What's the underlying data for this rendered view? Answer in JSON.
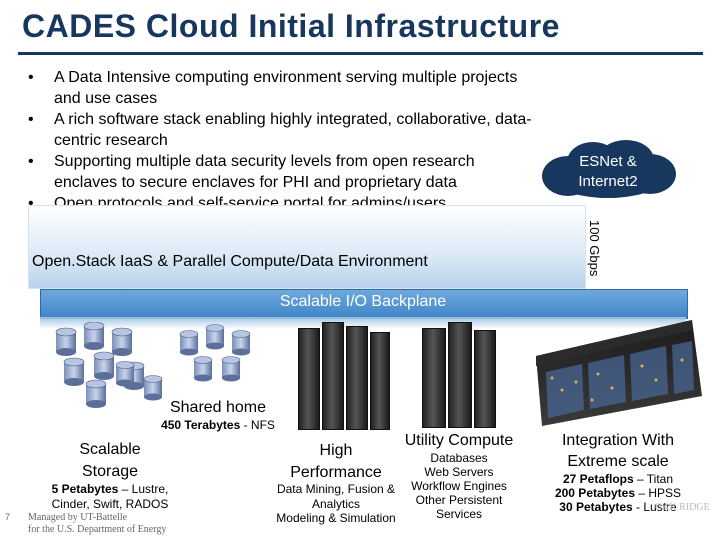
{
  "title": "CADES Cloud Initial Infrastructure",
  "bullets": [
    "A Data Intensive computing environment serving multiple projects and use cases",
    "A rich software stack enabling highly integrated, collaborative, data-centric research",
    "Supporting multiple data security levels from open research enclaves to secure enclaves for PHI and proprietary data",
    "Open protocols and self-service portal for admins/users"
  ],
  "bullet_symbol": "•",
  "cloud": {
    "label": "ESNet & Internet2",
    "color": "#17375e"
  },
  "openstack_label": "Open.Stack IaaS & Parallel Compute/Data Environment",
  "bandwidth_label": "100 Gbps",
  "backplane_label": "Scalable I/O Backplane",
  "shared_home": {
    "title": "Shared home",
    "detail_bold": "450 Terabytes",
    "detail_rest": " - NFS"
  },
  "storage": {
    "title_line1": "Scalable",
    "title_line2": "Storage",
    "detail_bold": "5 Petabytes",
    "detail_rest": " – Lustre,",
    "detail_line2": "Cinder, Swift, RADOS"
  },
  "hpc": {
    "title_line1": "High",
    "title_line2": "Performance",
    "detail_line1": "Data Mining, Fusion &",
    "detail_line2": "Analytics",
    "detail_line3": "Modeling & Simulation"
  },
  "utility": {
    "title": "Utility Compute",
    "line1": "Databases",
    "line2": "Web Servers",
    "line3": "Workflow Engines",
    "line4": "Other Persistent",
    "line5": "Services"
  },
  "extreme": {
    "title_line1": "Integration With",
    "title_line2": "Extreme scale",
    "line1_bold": "27 Petaflops",
    "line1_rest": " – Titan",
    "line2_bold": "200 Petabytes",
    "line2_rest": " – HPSS",
    "line3_bold": "30 Petabytes",
    "line3_rest": " - Lustre"
  },
  "footer": {
    "page": "7",
    "managed_line1": "Managed by UT-Battelle",
    "managed_line2": "for the U.S. Department of Energy"
  },
  "logo_text": "OAK RIDGE",
  "icons": [
    "database-icon",
    "server-rack-icon",
    "supercomputer-icon",
    "cloud-icon"
  ]
}
